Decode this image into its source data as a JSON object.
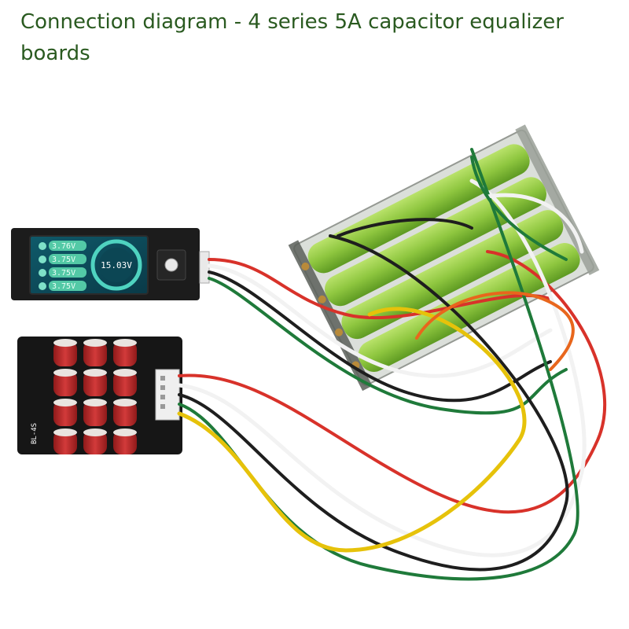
{
  "title": "Connection diagram - 4 series 5A capacitor equalizer boards",
  "display": {
    "cell_voltages": [
      "3.76V",
      "3.75V",
      "3.75V",
      "3.75V"
    ],
    "total_voltage": "15.03V"
  },
  "board": {
    "silkscreen_label": "BL-4S",
    "capacitor_count": 12
  },
  "wire_colors": {
    "red": "#d8322a",
    "white": "#f2f2f2",
    "black": "#1e1e1e",
    "green": "#1f7a3a",
    "yellow": "#e6c20a",
    "orange": "#e8661c"
  }
}
